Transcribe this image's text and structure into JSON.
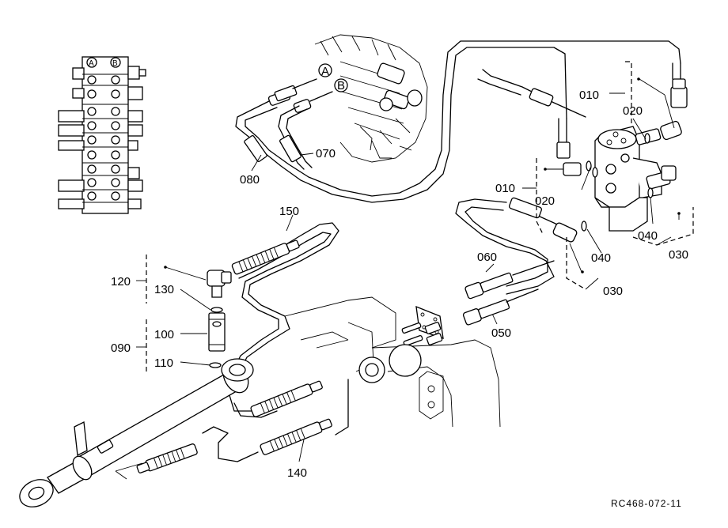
{
  "callouts": {
    "c010a": "010",
    "c020a": "020",
    "c010b": "010",
    "c020b": "020",
    "c030a": "030",
    "c030b": "030",
    "c040a": "040",
    "c040b": "040",
    "c050": "050",
    "c060": "060",
    "c070": "070",
    "c080": "080",
    "c090": "090",
    "c100": "100",
    "c110": "110",
    "c120": "120",
    "c130": "130",
    "c140": "140",
    "c150": "150"
  },
  "port_markers": {
    "a": "A",
    "b": "B"
  },
  "drawing_ref": "RC468-072-11"
}
